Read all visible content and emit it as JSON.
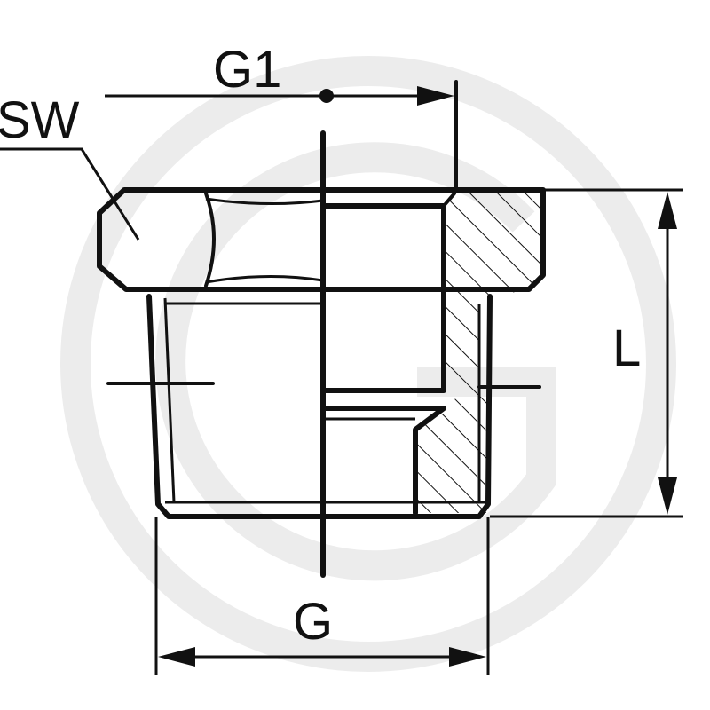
{
  "drawing": {
    "labels": {
      "thread_outer": "G",
      "thread_inner": "G1",
      "wrench_size": "SW",
      "length": "L"
    },
    "colors": {
      "line": "#111111",
      "background": "#ffffff",
      "watermark": "#ececec"
    }
  }
}
